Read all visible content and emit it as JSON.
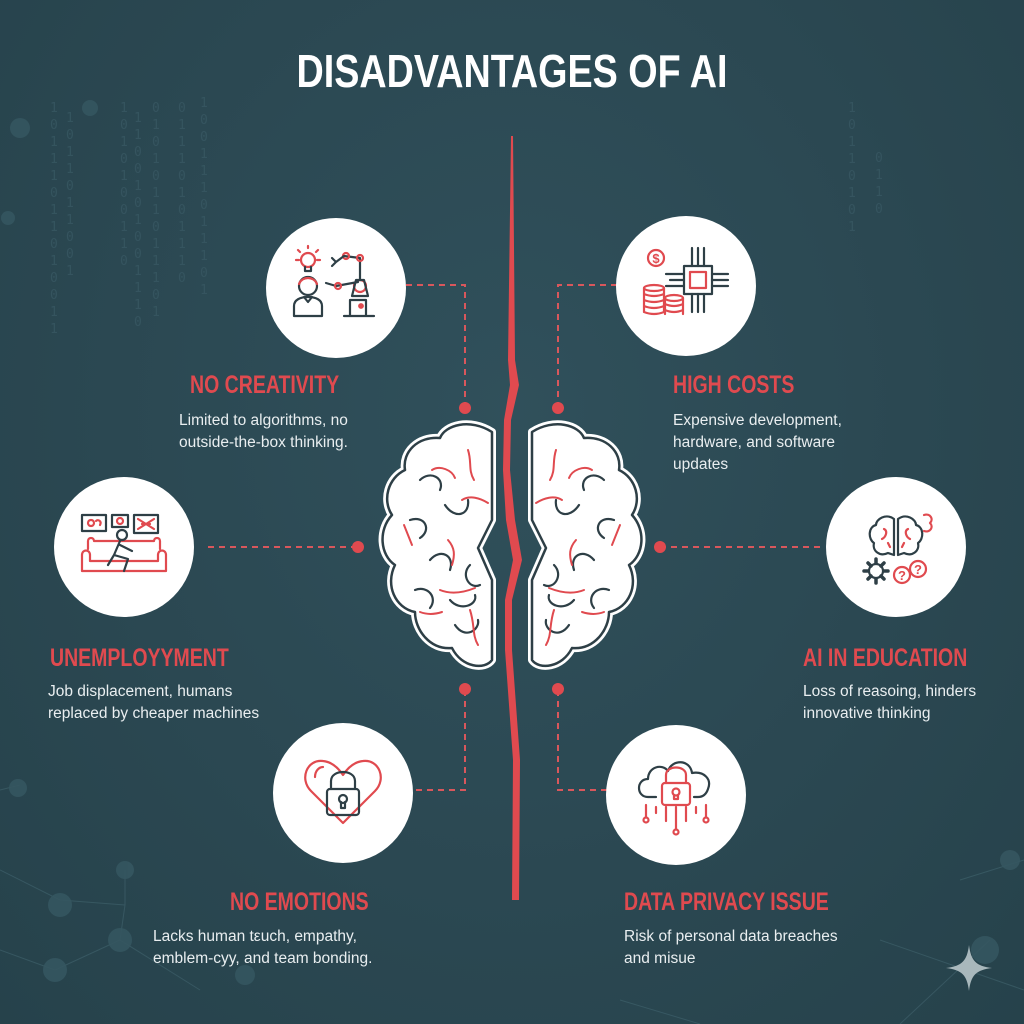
{
  "title": "DISADVANTAGES OF AI",
  "colors": {
    "background": "#2b4852",
    "accent_red": "#e04a4f",
    "icon_dark": "#2e3f46",
    "text_light": "#e9eef0",
    "circle_fill": "#ffffff"
  },
  "center_graphic": {
    "icon": "split-brain-icon",
    "divider": "red-crack-line"
  },
  "items": [
    {
      "position": "top-left",
      "icon": "human-and-robot-arm-icon",
      "heading": "NO CREATIVITY",
      "line1": "Limited to algorithms, no",
      "line2": "outside-the-box thinking."
    },
    {
      "position": "top-right",
      "icon": "chip-and-coins-icon",
      "heading": "HIGH COSTS",
      "line1": "Expensive development,",
      "line2": "hardware, and software",
      "line3": "updates"
    },
    {
      "position": "middle-left",
      "icon": "person-on-couch-icon",
      "heading": "UNEMPLOYYMENT",
      "line1": "Job displacement, humans",
      "line2": "replaced by cheaper machines"
    },
    {
      "position": "middle-right",
      "icon": "brain-gear-question-icon",
      "heading": "AI IN EDUCATION",
      "line1": "Loss of reasoing, hinders",
      "line2": "innovative thinking"
    },
    {
      "position": "bottom-left",
      "icon": "heart-lock-icon",
      "heading": "NO EMOTIONS",
      "line1": "Lacks human tεuch, empathy,",
      "line2": "emblem-суy, and team bonding."
    },
    {
      "position": "bottom-right",
      "icon": "cloud-lock-icon",
      "heading": "DATA PRIVACY ISSUE",
      "line1": "Risk of personal data breaches",
      "line2": "and misue"
    }
  ],
  "watermark": {
    "icon": "sparkle-icon"
  }
}
